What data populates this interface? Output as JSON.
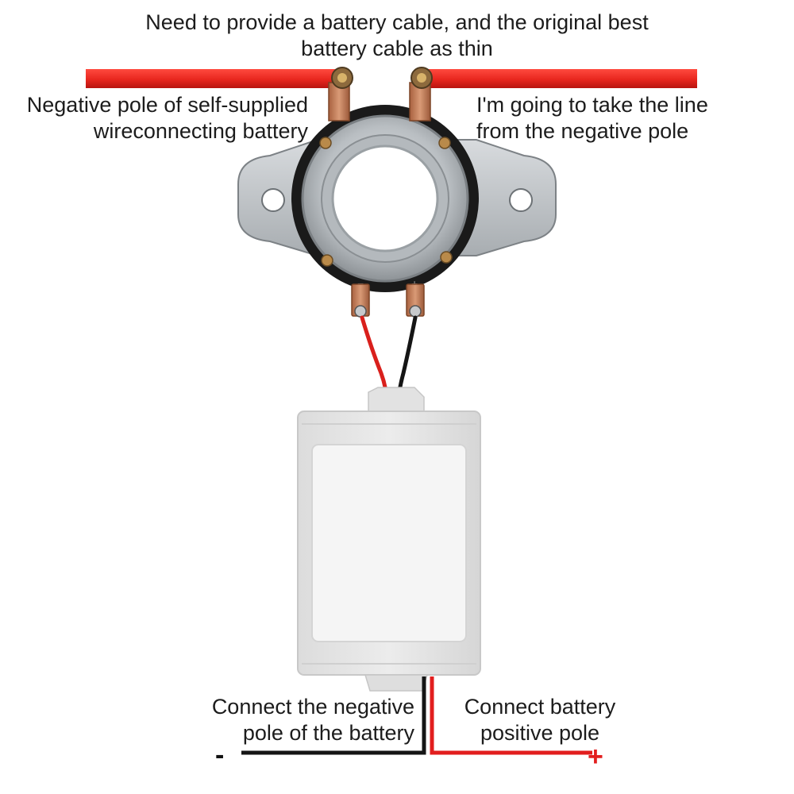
{
  "captions": {
    "top": [
      "Need to provide a battery cable, and the original best",
      "battery cable as thin"
    ],
    "left": [
      "Negative pole of self-supplied",
      "wireconnecting battery"
    ],
    "right": [
      "I'm going to take the line",
      "from the negative pole"
    ],
    "bottom_left": [
      "Connect the negative",
      "pole of the battery"
    ],
    "bottom_right": [
      "Connect battery",
      "positive pole"
    ]
  },
  "terminal_signs": {
    "negative": "-",
    "positive": "+"
  },
  "relay_terminal_marks": {
    "negative": "−",
    "positive": "+"
  },
  "colors": {
    "battery_cable": "#e8261e",
    "red_wire": "#d9201c",
    "black_wire": "#151515",
    "copper": "#c9825e",
    "steel": "#c6c9cc",
    "module_body": "#e9e9e9",
    "module_face": "#f4f4f4",
    "background": "#ffffff"
  }
}
